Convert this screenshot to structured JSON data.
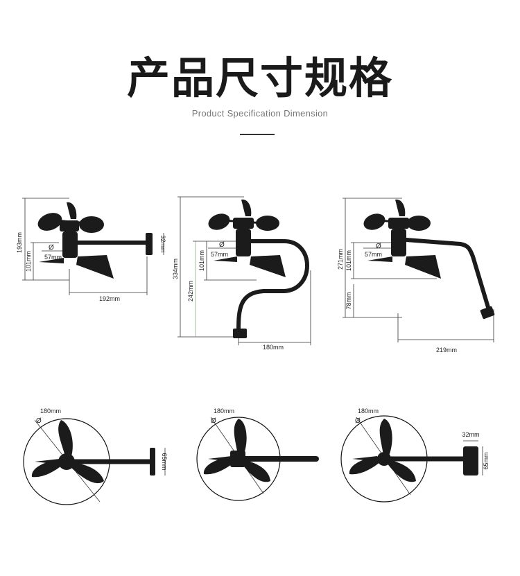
{
  "header": {
    "title": "产品尺寸规格",
    "subtitle": "Product Specification Dimension"
  },
  "top_views": [
    {
      "id": "straight",
      "height": "193mm",
      "inner_height": "101mm",
      "diameter_symbol": "Ø",
      "diameter": "57mm",
      "bracket": "32mm",
      "width": "192mm"
    },
    {
      "id": "s-curve",
      "height": "334mm",
      "inner_height": "242mm",
      "sub_height": "101mm",
      "diameter_symbol": "Ø",
      "diameter": "57mm",
      "width": "180mm"
    },
    {
      "id": "angled",
      "height": "271mm",
      "sub_height": "101mm",
      "lower_height": "78mm",
      "diameter_symbol": "Ø",
      "diameter": "57mm",
      "width": "219mm"
    }
  ],
  "bottom_views": [
    {
      "id": "straight-top",
      "diameter_symbol": "Ø",
      "sweep": "180mm",
      "bracket": "65mm"
    },
    {
      "id": "s-curve-top",
      "diameter_symbol": "Ø",
      "sweep": "180mm"
    },
    {
      "id": "angled-top",
      "diameter_symbol": "Ø",
      "sweep": "180mm",
      "bracket_w": "32mm",
      "bracket_h": "65mm"
    }
  ],
  "colors": {
    "ink": "#1b1b1b",
    "dimension_line": "#333333",
    "guide_line": "#8bb07a",
    "background": "#ffffff"
  }
}
